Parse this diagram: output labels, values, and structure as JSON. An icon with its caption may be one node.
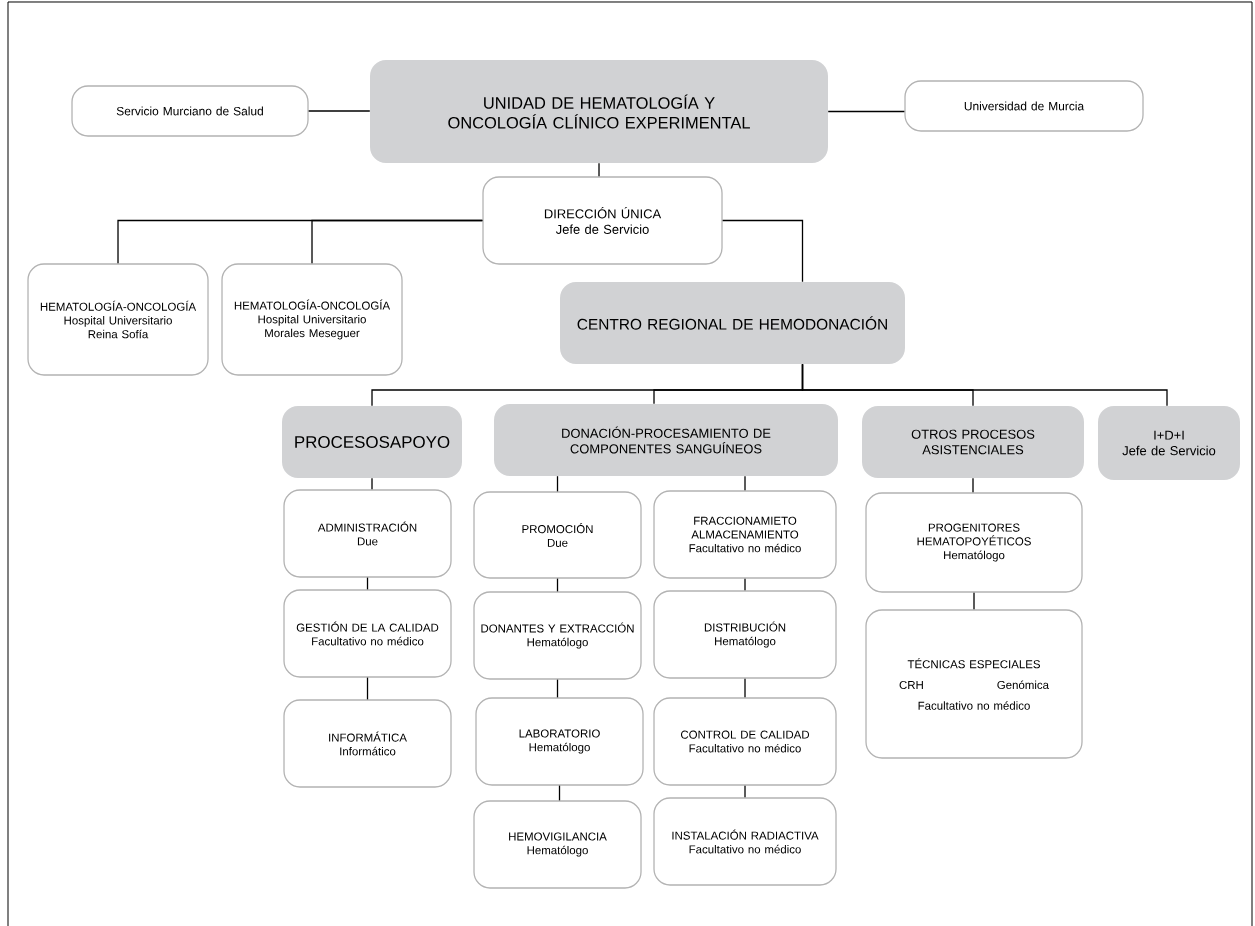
{
  "diagram": {
    "nodes": [
      {
        "text": [
          "UNIDAD DE HEMATOLOGÍA Y ONCOLOGÍA CLÍNICO EXPERIMENTAL"
        ]
      },
      {
        "text": [
          "Servicio Murciano de Salud"
        ]
      },
      {
        "text": [
          "Universidad de Murcia"
        ]
      },
      {
        "text": [
          "DIRECCIÓN ÚNICA",
          "Jefe de Servicio"
        ]
      },
      {
        "text": [
          "HEMATOLOGÍA-ONCOLOGÍA",
          "Hospital Universitario Reina Sofía"
        ]
      },
      {
        "text": [
          "HEMATOLOGÍA-ONCOLOGÍA",
          "Hospital Universitario Morales Meseguer"
        ]
      },
      {
        "text": [
          "CENTRO REGIONAL DE HEMODONACIÓN"
        ]
      },
      {
        "text": [
          "PROCESOSAPOYO"
        ]
      },
      {
        "text": [
          "DONACIÓN-PROCESAMIENTO DE COMPONENTES SANGUÍNEOS"
        ]
      },
      {
        "text": [
          "OTROS PROCESOS ASISTENCIALES"
        ]
      },
      {
        "text": [
          "I+D+I",
          "Jefe de Servicio"
        ]
      },
      {
        "text": [
          "ADMINISTRACIÓN",
          "Due"
        ]
      },
      {
        "text": [
          "GESTIÓN DE LA CALIDAD",
          "Facultativo no médico"
        ]
      },
      {
        "text": [
          "INFORMÁTICA",
          "Informático"
        ]
      },
      {
        "text": [
          "PROMOCIÓN",
          "Due"
        ]
      },
      {
        "text": [
          "DONANTES Y EXTRACCIÓN",
          "Hematólogo"
        ]
      },
      {
        "text": [
          "LABORATORIO",
          "Hematólogo"
        ]
      },
      {
        "text": [
          "HEMOVIGILANCIA",
          "Hematólogo"
        ]
      },
      {
        "text": [
          "FRACCIONAMIETO ALMACENAMIENTO",
          "Facultativo no médico"
        ]
      },
      {
        "text": [
          "DISTRIBUCIÓN",
          "Hematólogo"
        ]
      },
      {
        "text": [
          "CONTROL DE CALIDAD",
          "Facultativo no médico"
        ]
      },
      {
        "text": [
          "INSTALACIÓN RADIACTIVA",
          "Facultativo no médico"
        ]
      },
      {
        "text": [
          "PROGENITORES HEMATOPOYÉTICOS",
          "Hematólogo"
        ]
      },
      {
        "text": [
          "TÉCNICAS ESPECIALES",
          "CRH",
          "Genómica",
          "Facultativo no médico"
        ]
      }
    ],
    "edges": [
      {
        "from": 1,
        "to": 0,
        "arrow": "none"
      },
      {
        "from": 0,
        "to": 2,
        "arrow": "none"
      },
      {
        "from": 0,
        "to": 3,
        "arrow": "none"
      },
      {
        "from": 3,
        "to": 4,
        "arrow": "none"
      },
      {
        "from": 3,
        "to": 5,
        "arrow": "none"
      },
      {
        "from": 3,
        "to": 6,
        "arrow": "none"
      },
      {
        "from": 6,
        "to": 7,
        "arrow": "none"
      },
      {
        "from": 6,
        "to": 8,
        "arrow": "none"
      },
      {
        "from": 6,
        "to": 9,
        "arrow": "none"
      },
      {
        "from": 6,
        "to": 10,
        "arrow": "none"
      },
      {
        "from": 7,
        "to": 11,
        "arrow": "none"
      },
      {
        "from": 11,
        "to": 12,
        "arrow": "none"
      },
      {
        "from": 12,
        "to": 13,
        "arrow": "none"
      },
      {
        "from": 8,
        "to": 14,
        "arrow": "none"
      },
      {
        "from": 14,
        "to": 15,
        "arrow": "none"
      },
      {
        "from": 15,
        "to": 16,
        "arrow": "none"
      },
      {
        "from": 16,
        "to": 17,
        "arrow": "none"
      },
      {
        "from": 8,
        "to": 18,
        "arrow": "none"
      },
      {
        "from": 18,
        "to": 19,
        "arrow": "none"
      },
      {
        "from": 19,
        "to": 20,
        "arrow": "none"
      },
      {
        "from": 20,
        "to": 21,
        "arrow": "none"
      },
      {
        "from": 9,
        "to": 22,
        "arrow": "none"
      },
      {
        "from": 22,
        "to": 23,
        "arrow": "none"
      }
    ]
  }
}
